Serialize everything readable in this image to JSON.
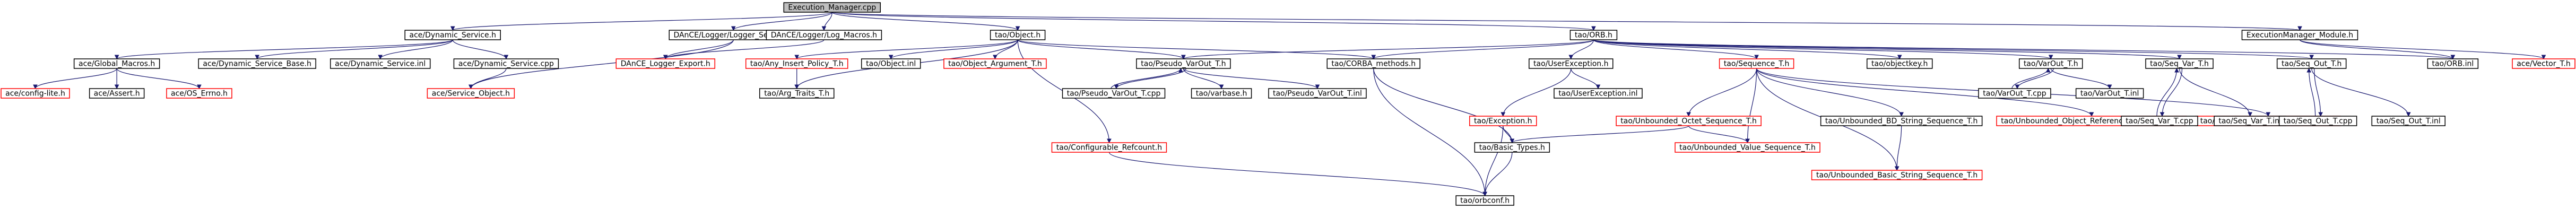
{
  "colors": {
    "root_fill": "#bfbfbf",
    "node_fill": "#ffffff",
    "node_border": "#000000",
    "missing_border": "#ff0000",
    "text": "#000000",
    "edge": "#191970"
  },
  "nodes": [
    {
      "id": "execmgr_cpp",
      "label": "Execution_Manager.cpp",
      "kind": "root"
    },
    {
      "id": "dynamic_service_h",
      "label": "ace/Dynamic_Service.h",
      "kind": "normal"
    },
    {
      "id": "logger_service_h",
      "label": "DAnCE/Logger/Logger_Service.h",
      "kind": "normal"
    },
    {
      "id": "log_macros_h",
      "label": "DAnCE/Logger/Log_Macros.h",
      "kind": "normal"
    },
    {
      "id": "object_h",
      "label": "tao/Object.h",
      "kind": "normal"
    },
    {
      "id": "orb_h",
      "label": "tao/ORB.h",
      "kind": "normal"
    },
    {
      "id": "em_module_h",
      "label": "ExecutionManager_Module.h",
      "kind": "normal"
    },
    {
      "id": "global_macros_h",
      "label": "ace/Global_Macros.h",
      "kind": "normal"
    },
    {
      "id": "dyn_service_base_h",
      "label": "ace/Dynamic_Service_Base.h",
      "kind": "normal"
    },
    {
      "id": "dyn_service_inl",
      "label": "ace/Dynamic_Service.inl",
      "kind": "normal"
    },
    {
      "id": "dyn_service_cpp",
      "label": "ace/Dynamic_Service.cpp",
      "kind": "normal"
    },
    {
      "id": "logger_export_h",
      "label": "DAnCE_Logger_Export.h",
      "kind": "missing"
    },
    {
      "id": "any_insert_policy_h",
      "label": "tao/Any_Insert_Policy_T.h",
      "kind": "missing"
    },
    {
      "id": "object_inl",
      "label": "tao/Object.inl",
      "kind": "normal"
    },
    {
      "id": "object_argument_h",
      "label": "tao/Object_Argument_T.h",
      "kind": "missing"
    },
    {
      "id": "pseudo_varout_h",
      "label": "tao/Pseudo_VarOut_T.h",
      "kind": "normal"
    },
    {
      "id": "corba_methods_h",
      "label": "tao/CORBA_methods.h",
      "kind": "normal"
    },
    {
      "id": "userexception_h",
      "label": "tao/UserException.h",
      "kind": "normal"
    },
    {
      "id": "sequence_h",
      "label": "tao/Sequence_T.h",
      "kind": "missing"
    },
    {
      "id": "objectkey_h",
      "label": "tao/objectkey.h",
      "kind": "normal"
    },
    {
      "id": "varout_h",
      "label": "tao/VarOut_T.h",
      "kind": "normal"
    },
    {
      "id": "seq_var_h",
      "label": "tao/Seq_Var_T.h",
      "kind": "normal"
    },
    {
      "id": "seq_out_h",
      "label": "tao/Seq_Out_T.h",
      "kind": "normal"
    },
    {
      "id": "orb_inl",
      "label": "tao/ORB.inl",
      "kind": "normal"
    },
    {
      "id": "vector_h",
      "label": "ace/Vector_T.h",
      "kind": "missing"
    },
    {
      "id": "config_lite_h",
      "label": "ace/config-lite.h",
      "kind": "missing"
    },
    {
      "id": "assert_h",
      "label": "ace/Assert.h",
      "kind": "normal"
    },
    {
      "id": "os_errno_h",
      "label": "ace/OS_Errno.h",
      "kind": "missing"
    },
    {
      "id": "service_object_h",
      "label": "ace/Service_Object.h",
      "kind": "missing"
    },
    {
      "id": "arg_traits_h",
      "label": "tao/Arg_Traits_T.h",
      "kind": "normal"
    },
    {
      "id": "pseudo_varout_cpp",
      "label": "tao/Pseudo_VarOut_T.cpp",
      "kind": "normal"
    },
    {
      "id": "varbase_h",
      "label": "tao/varbase.h",
      "kind": "normal"
    },
    {
      "id": "pseudo_varout_inl",
      "label": "tao/Pseudo_VarOut_T.inl",
      "kind": "normal"
    },
    {
      "id": "userexception_inl",
      "label": "tao/UserException.inl",
      "kind": "normal"
    },
    {
      "id": "exception_h",
      "label": "tao/Exception.h",
      "kind": "missing"
    },
    {
      "id": "unbounded_octet_h",
      "label": "tao/Unbounded_Octet_Sequence_T.h",
      "kind": "missing"
    },
    {
      "id": "unbounded_bd_string_h",
      "label": "tao/Unbounded_BD_String_Sequence_T.h",
      "kind": "normal"
    },
    {
      "id": "unbounded_objref_h",
      "label": "tao/Unbounded_Object_Reference_Sequence_T.h",
      "kind": "missing"
    },
    {
      "id": "unbounded_array_h",
      "label": "tao/Unbounded_Array_Sequence_T.h",
      "kind": "missing"
    },
    {
      "id": "varout_cpp",
      "label": "tao/VarOut_T.cpp",
      "kind": "normal"
    },
    {
      "id": "varout_inl",
      "label": "tao/VarOut_T.inl",
      "kind": "normal"
    },
    {
      "id": "seq_var_cpp",
      "label": "tao/Seq_Var_T.cpp",
      "kind": "normal"
    },
    {
      "id": "seq_var_inl",
      "label": "tao/Seq_Var_T.inl",
      "kind": "normal"
    },
    {
      "id": "seq_out_cpp",
      "label": "tao/Seq_Out_T.cpp",
      "kind": "normal"
    },
    {
      "id": "seq_out_inl",
      "label": "tao/Seq_Out_T.inl",
      "kind": "normal"
    },
    {
      "id": "configurable_refcount_h",
      "label": "tao/Configurable_Refcount.h",
      "kind": "missing"
    },
    {
      "id": "basic_types_h",
      "label": "tao/Basic_Types.h",
      "kind": "normal"
    },
    {
      "id": "unbounded_value_h",
      "label": "tao/Unbounded_Value_Sequence_T.h",
      "kind": "missing"
    },
    {
      "id": "unbounded_basic_string_h",
      "label": "tao/Unbounded_Basic_String_Sequence_T.h",
      "kind": "missing"
    },
    {
      "id": "orbconf_h",
      "label": "tao/orbconf.h",
      "kind": "normal"
    }
  ],
  "edges": [
    [
      "execmgr_cpp",
      "dynamic_service_h"
    ],
    [
      "execmgr_cpp",
      "logger_service_h"
    ],
    [
      "execmgr_cpp",
      "log_macros_h"
    ],
    [
      "execmgr_cpp",
      "object_h"
    ],
    [
      "execmgr_cpp",
      "orb_h"
    ],
    [
      "execmgr_cpp",
      "em_module_h"
    ],
    [
      "dynamic_service_h",
      "global_macros_h"
    ],
    [
      "dynamic_service_h",
      "dyn_service_base_h"
    ],
    [
      "dynamic_service_h",
      "dyn_service_inl"
    ],
    [
      "dynamic_service_h",
      "dyn_service_cpp"
    ],
    [
      "logger_service_h",
      "logger_export_h"
    ],
    [
      "logger_service_h",
      "service_object_h"
    ],
    [
      "log_macros_h",
      "logger_export_h"
    ],
    [
      "object_h",
      "any_insert_policy_h"
    ],
    [
      "object_h",
      "object_inl"
    ],
    [
      "object_h",
      "object_argument_h"
    ],
    [
      "object_h",
      "pseudo_varout_h"
    ],
    [
      "object_h",
      "corba_methods_h"
    ],
    [
      "object_h",
      "arg_traits_h"
    ],
    [
      "object_h",
      "configurable_refcount_h"
    ],
    [
      "orb_h",
      "corba_methods_h"
    ],
    [
      "orb_h",
      "userexception_h"
    ],
    [
      "orb_h",
      "sequence_h"
    ],
    [
      "orb_h",
      "objectkey_h"
    ],
    [
      "orb_h",
      "varout_h"
    ],
    [
      "orb_h",
      "seq_var_h"
    ],
    [
      "orb_h",
      "seq_out_h"
    ],
    [
      "orb_h",
      "orb_inl"
    ],
    [
      "orb_h",
      "pseudo_varout_h"
    ],
    [
      "em_module_h",
      "orb_inl"
    ],
    [
      "em_module_h",
      "vector_h"
    ],
    [
      "global_macros_h",
      "config_lite_h"
    ],
    [
      "global_macros_h",
      "assert_h"
    ],
    [
      "global_macros_h",
      "os_errno_h"
    ],
    [
      "dyn_service_cpp",
      "service_object_h"
    ],
    [
      "any_insert_policy_h",
      "arg_traits_h"
    ],
    [
      "pseudo_varout_h",
      "pseudo_varout_cpp"
    ],
    [
      "pseudo_varout_h",
      "varbase_h"
    ],
    [
      "pseudo_varout_h",
      "pseudo_varout_inl"
    ],
    [
      "pseudo_varout_cpp",
      "pseudo_varout_h"
    ],
    [
      "corba_methods_h",
      "basic_types_h"
    ],
    [
      "corba_methods_h",
      "orbconf_h"
    ],
    [
      "userexception_h",
      "exception_h"
    ],
    [
      "userexception_h",
      "userexception_inl"
    ],
    [
      "exception_h",
      "basic_types_h"
    ],
    [
      "exception_h",
      "orbconf_h"
    ],
    [
      "sequence_h",
      "unbounded_octet_h"
    ],
    [
      "sequence_h",
      "unbounded_value_h"
    ],
    [
      "sequence_h",
      "unbounded_bd_string_h"
    ],
    [
      "sequence_h",
      "unbounded_objref_h"
    ],
    [
      "sequence_h",
      "unbounded_array_h"
    ],
    [
      "sequence_h",
      "unbounded_basic_string_h"
    ],
    [
      "unbounded_octet_h",
      "basic_types_h"
    ],
    [
      "unbounded_octet_h",
      "unbounded_value_h"
    ],
    [
      "unbounded_bd_string_h",
      "unbounded_basic_string_h"
    ],
    [
      "varout_h",
      "varout_cpp"
    ],
    [
      "varout_h",
      "varout_inl"
    ],
    [
      "varout_cpp",
      "varout_h"
    ],
    [
      "seq_var_h",
      "seq_var_cpp"
    ],
    [
      "seq_var_h",
      "seq_var_inl"
    ],
    [
      "seq_var_cpp",
      "seq_var_h"
    ],
    [
      "seq_out_h",
      "seq_out_cpp"
    ],
    [
      "seq_out_h",
      "seq_out_inl"
    ],
    [
      "seq_out_cpp",
      "seq_out_h"
    ],
    [
      "configurable_refcount_h",
      "orbconf_h"
    ],
    [
      "basic_types_h",
      "orbconf_h"
    ]
  ]
}
